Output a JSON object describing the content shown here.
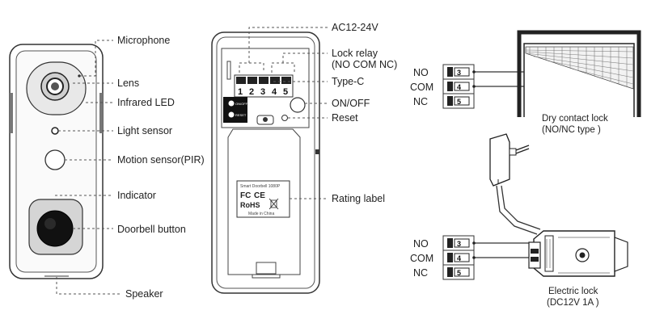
{
  "front_labels": {
    "microphone": "Microphone",
    "lens": "Lens",
    "infrared_led": "Infrared LED",
    "light_sensor": "Light sensor",
    "motion_sensor": "Motion sensor(PIR)",
    "indicator": "Indicator",
    "doorbell_button": "Doorbell button",
    "speaker": "Speaker"
  },
  "back_labels": {
    "ac": "AC12-24V",
    "lock_relay_1": "Lock relay",
    "lock_relay_2": "(NO COM NC)",
    "type_c": "Type-C",
    "on_off": "ON/OFF",
    "reset": "Reset",
    "rating_label": "Rating label"
  },
  "terminal_numbers": [
    "1",
    "2",
    "3",
    "4",
    "5"
  ],
  "rating_plate": {
    "title": "Smart Doorbell 1080P",
    "fc": "FC",
    "ce": "CE",
    "rohs": "RoHS",
    "made_in": "Made in China"
  },
  "buttons": {
    "onoff_tag": "ON/OFF",
    "reset_tag": "RESET"
  },
  "wiring_top": {
    "no": "NO",
    "com": "COM",
    "nc": "NC",
    "terminals": [
      "3",
      "4",
      "5"
    ],
    "device_1": "Dry contact lock",
    "device_2": "(NO/NC type )"
  },
  "wiring_bottom": {
    "no": "NO",
    "com": "COM",
    "nc": "NC",
    "terminals": [
      "3",
      "4",
      "5"
    ],
    "device_1": "Electric lock",
    "device_2": "(DC12V 1A )"
  }
}
